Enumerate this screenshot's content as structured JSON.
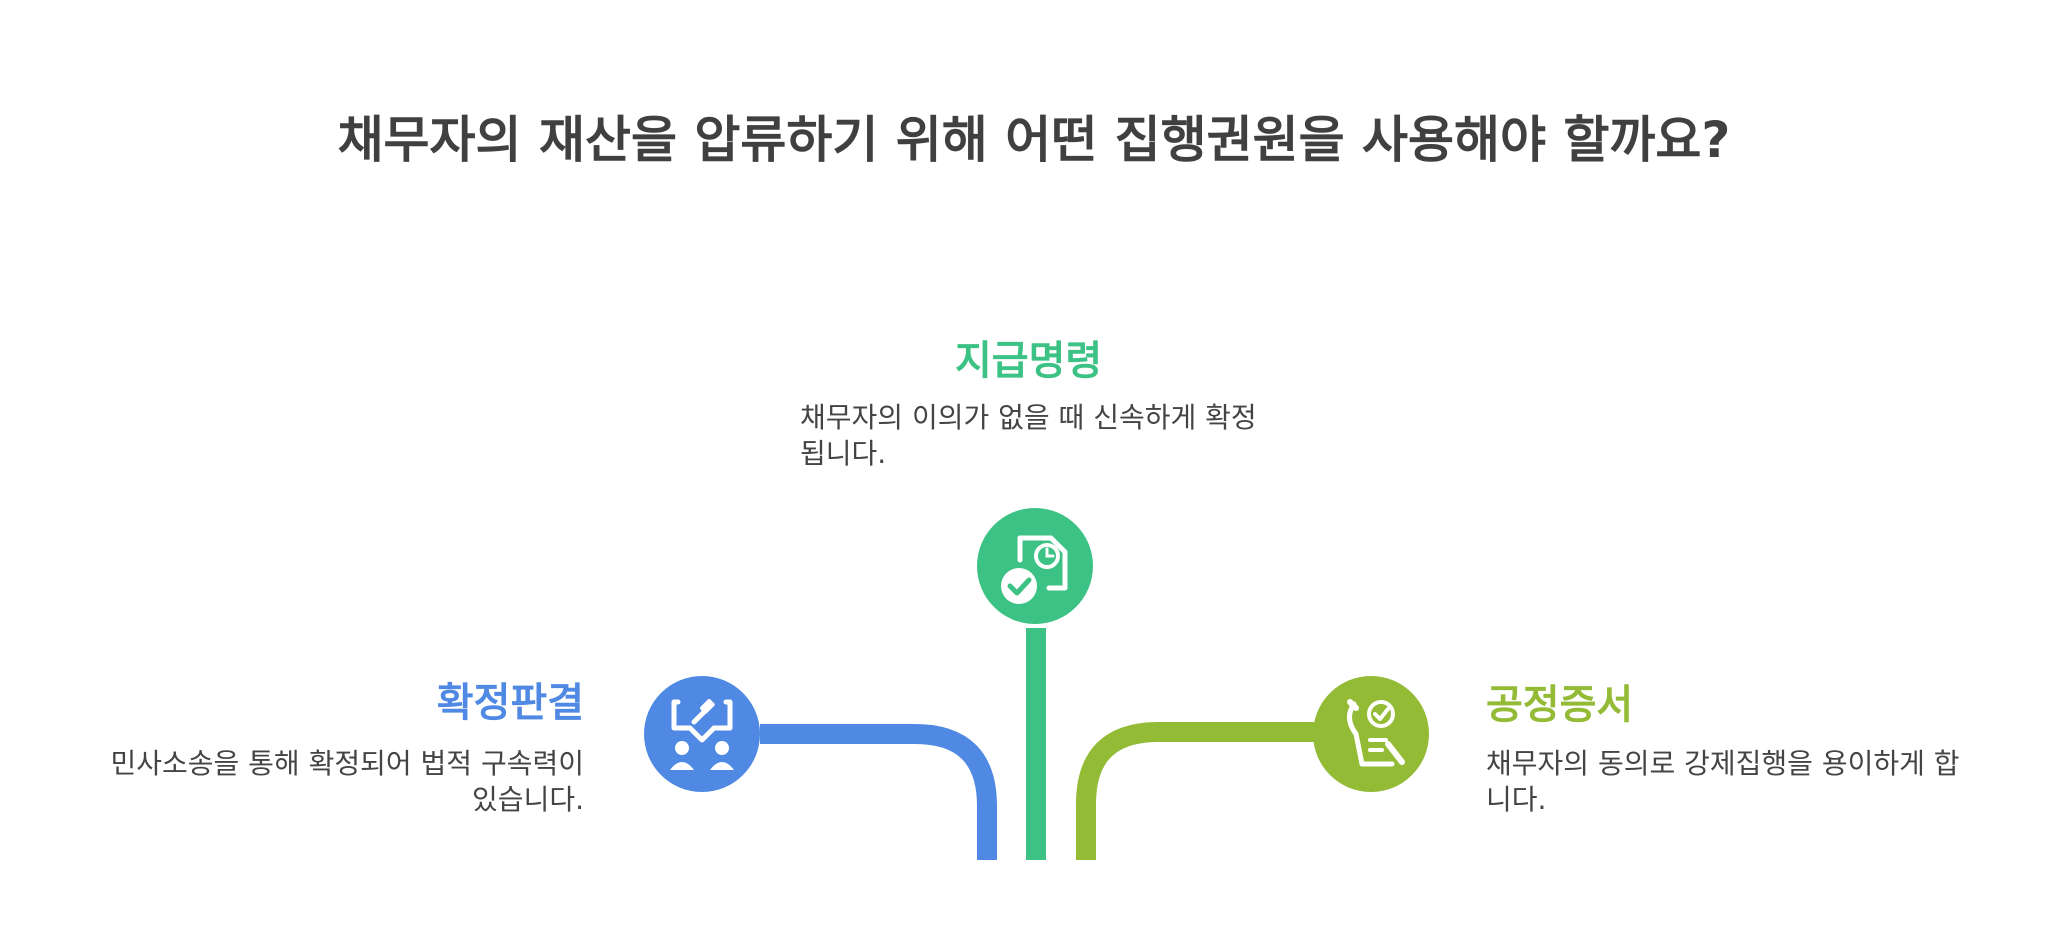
{
  "title": "채무자의 재산을 압류하기 위해 어떤 집행권원을 사용해야 할까요?",
  "options": [
    {
      "name": "확정판결",
      "description": "민사소송을 통해 확정되어 법적 구속력이 있습니다.",
      "color": "#4f89e4",
      "icon": "gavel-people-icon"
    },
    {
      "name": "지급명령",
      "description": "채무자의 이의가 없을 때 신속하게 확정됩니다.",
      "color": "#3cc284",
      "icon": "document-clock-check-icon"
    },
    {
      "name": "공정증서",
      "description": "채무자의 동의로 강제집행을 용이하게 합니다.",
      "color": "#93bb36",
      "icon": "notary-signing-icon"
    }
  ]
}
